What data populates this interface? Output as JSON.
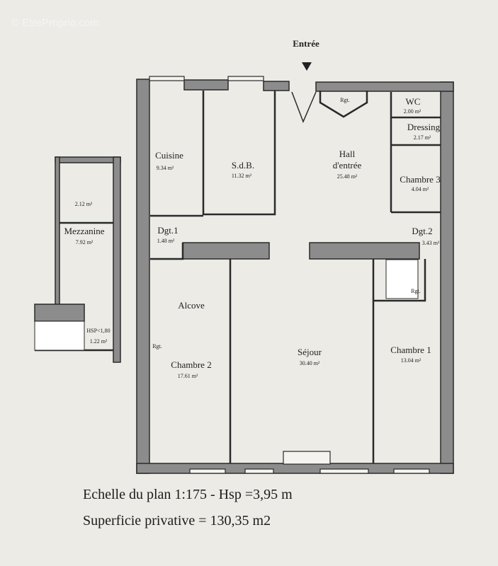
{
  "watermark": "© EtreProprio.com",
  "entrance": "Entrée",
  "rooms": {
    "cuisine": {
      "name": "Cuisine",
      "area": "9.34 m²"
    },
    "sdb": {
      "name": "S.d.B.",
      "area": "11.32 m²"
    },
    "hall": {
      "name": "Hall",
      "name2": "d'entrée",
      "area": "25.48 m²"
    },
    "wc": {
      "name": "WC",
      "area": "2.00 m²"
    },
    "dressing": {
      "name": "Dressing",
      "area": "2.17 m²"
    },
    "chambre3": {
      "name": "Chambre 3",
      "area": "4.04 m²"
    },
    "dgt1": {
      "name": "Dgt.1",
      "area": "1.48 m²"
    },
    "dgt2": {
      "name": "Dgt.2",
      "area": "3.43 m²"
    },
    "alcove": {
      "name": "Alcove"
    },
    "chambre2": {
      "name": "Chambre 2",
      "area": "17.61 m²"
    },
    "sejour": {
      "name": "Séjour",
      "area": "30.40 m²"
    },
    "chambre1": {
      "name": "Chambre 1",
      "area": "13.04 m²"
    },
    "mezz_small": {
      "area": "2.12 m²"
    },
    "mezzanine": {
      "name": "Mezzanine",
      "area": "7.92 m²"
    },
    "hsp": {
      "name": "HSP<1,80",
      "area": "1.22 m²"
    }
  },
  "storage_label": "Rgt.",
  "footer": {
    "scale": "Echelle du plan 1:175 - Hsp =3,95 m",
    "surface": "Superficie privative = 130,35 m2"
  },
  "colors": {
    "wall": "#8c8c8c",
    "line": "#2a2a2a",
    "paper": "#ecebe6"
  }
}
